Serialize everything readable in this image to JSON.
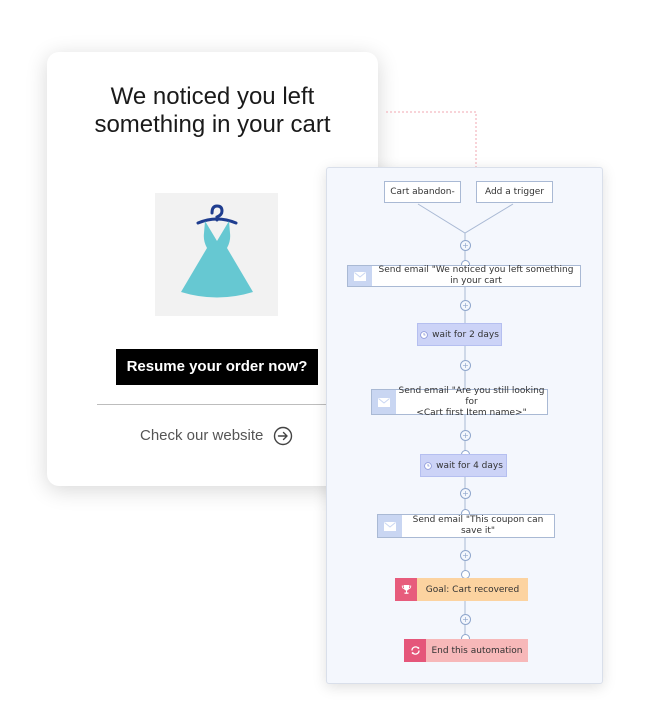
{
  "email": {
    "title_line1": "We noticed you left",
    "title_line2": "something in your cart",
    "product_icon": "dress-on-hanger",
    "cta_label": "Resume your order now?",
    "website_link": "Check our website",
    "link_icon": "arrow-right-circle-icon"
  },
  "automation": {
    "triggers": [
      "Cart abandon-",
      "Add a trigger"
    ],
    "steps": {
      "email1": "Send email \"We noticed you left something in your cart",
      "wait1": "wait for 2 days",
      "email2_line1": "Send email \"Are you still looking for",
      "email2_line2": "<Cart first Item name>\"",
      "wait2": "wait for 4 days",
      "email3": "Send email \"This coupon can save it\"",
      "goal": "Goal: Cart recovered",
      "end": "End this automation"
    }
  },
  "colors": {
    "dress": "#66c8d2",
    "hanger": "#1f3d8f",
    "wait_bg": "#ccd3f7",
    "goal_bg": "#fcd3a0",
    "goal_icon_bg": "#e75c7c",
    "end_bg": "#f7b8b9"
  }
}
